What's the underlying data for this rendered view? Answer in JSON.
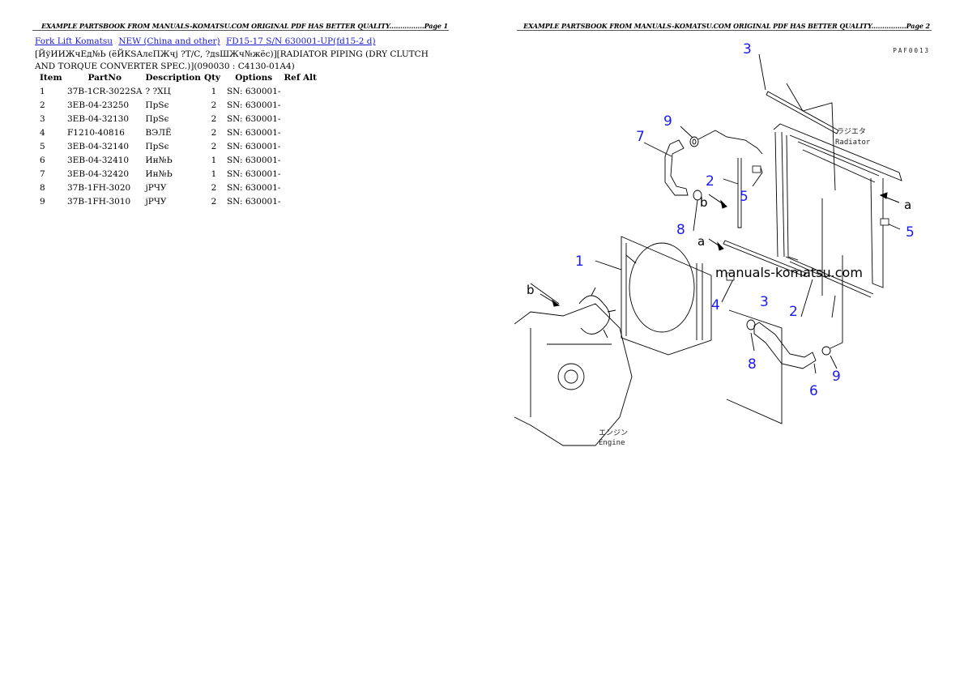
{
  "page1": {
    "header": "EXAMPLE PARTSBOOK FROM MANUALS-KOMATSU.COM ORIGINAL PDF HAS BETTER QUALITY................Page 1",
    "breadcrumbs": [
      {
        "label": "Fork Lift Komatsu"
      },
      {
        "label": "NEW (China and other)"
      },
      {
        "label": "FD15-17 S/N 630001-UP(fd15-2 d)"
      }
    ],
    "title": "[ЙўИИЖчЕд№Ь (ёЙKSAлєПЖчј ?T/C, ?дsШЖч№жёс)][RADIATOR PIPING (DRY CLUTCH AND TORQUE CONVERTER SPEC.)](090030 : C4130-01A4)",
    "table": {
      "headers": {
        "item": "Item",
        "partno": "PartNo",
        "description": "Description",
        "qty": "Qty",
        "options": "Options",
        "refalt": "Ref Alt"
      },
      "rows": [
        {
          "item": "1",
          "partno": "37B-1CR-3022SA",
          "description": "? ?ХЦ",
          "qty": "1",
          "options": "SN: 630001-",
          "refalt": ""
        },
        {
          "item": "2",
          "partno": "3EB-04-23250",
          "description": "ПрSє",
          "qty": "2",
          "options": "SN: 630001-",
          "refalt": ""
        },
        {
          "item": "3",
          "partno": "3EB-04-32130",
          "description": "ПрSє",
          "qty": "2",
          "options": "SN: 630001-",
          "refalt": ""
        },
        {
          "item": "4",
          "partno": "F1210-40816",
          "description": "ВЭЛЁ",
          "qty": "2",
          "options": "SN: 630001-",
          "refalt": ""
        },
        {
          "item": "5",
          "partno": "3EB-04-32140",
          "description": "ПрSє",
          "qty": "2",
          "options": "SN: 630001-",
          "refalt": ""
        },
        {
          "item": "6",
          "partno": "3EB-04-32410",
          "description": "Ин№Ь",
          "qty": "1",
          "options": "SN: 630001-",
          "refalt": ""
        },
        {
          "item": "7",
          "partno": "3EB-04-32420",
          "description": "Ин№Ь",
          "qty": "1",
          "options": "SN: 630001-",
          "refalt": ""
        },
        {
          "item": "8",
          "partno": "37B-1FH-3020",
          "description": "jРЧУ",
          "qty": "2",
          "options": "SN: 630001-",
          "refalt": ""
        },
        {
          "item": "9",
          "partno": "37B-1FH-3010",
          "description": "jРЧУ",
          "qty": "2",
          "options": "SN: 630001-",
          "refalt": ""
        }
      ]
    }
  },
  "page2": {
    "header": "EXAMPLE PARTSBOOK FROM MANUALS-KOMATSU.COM ORIGINAL PDF HAS BETTER QUALITY................Page 2",
    "diagram_code": "PAF0013",
    "watermark": "manuals-komatsu.com",
    "labels": {
      "radiator_jp": "ラジエタ",
      "radiator": "Radiator",
      "engine_jp": "エンジン",
      "engine": "Engine",
      "arrow_a": "a",
      "arrow_b": "b"
    },
    "callouts": [
      "1",
      "2",
      "2",
      "3",
      "3",
      "4",
      "5",
      "5",
      "6",
      "7",
      "8",
      "8",
      "9",
      "9"
    ]
  }
}
